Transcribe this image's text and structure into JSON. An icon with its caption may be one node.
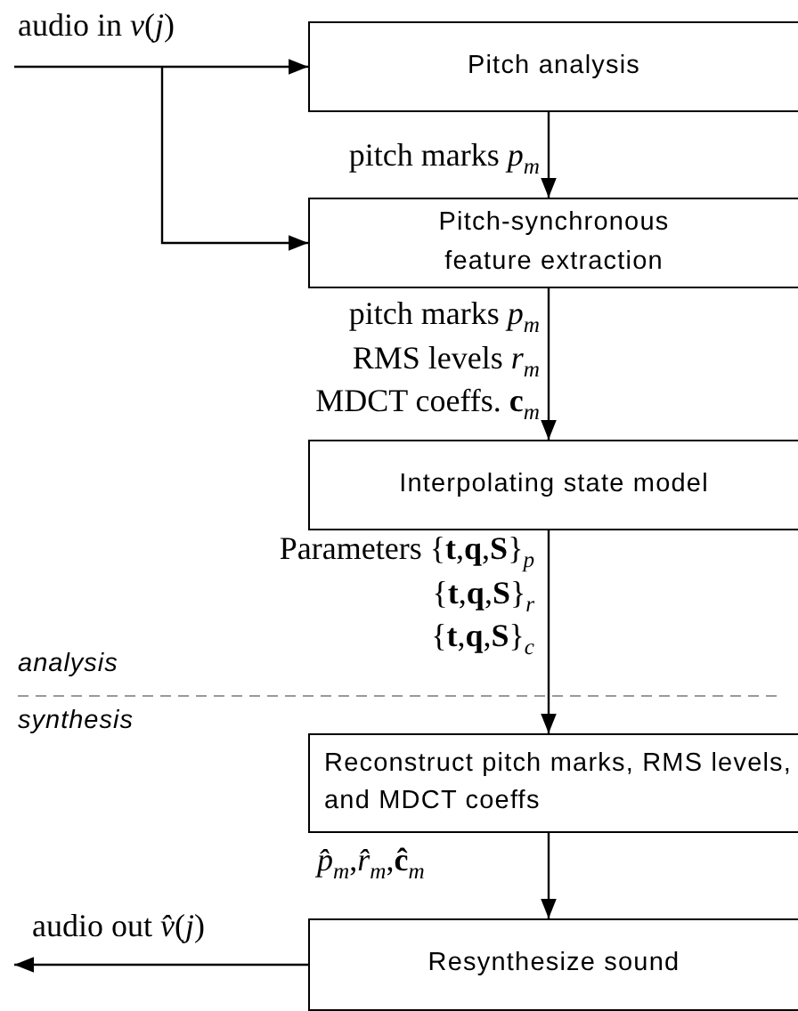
{
  "diagram": {
    "nodes": [
      {
        "text": [
          "Pitch analysis"
        ]
      },
      {
        "text": [
          "Pitch-synchronous feature extraction"
        ]
      },
      {
        "text": [
          "Interpolating state model"
        ]
      },
      {
        "text": [
          "Reconstruct pitch marks, RMS levels, and MDCT coeffs"
        ]
      },
      {
        "text": [
          "Resynthesize sound"
        ]
      }
    ],
    "edges": [
      {
        "from": null,
        "to": 0,
        "arrow": "to",
        "label": "audio in *v*(*j*)"
      },
      {
        "from": null,
        "to": 1,
        "arrow": "to"
      },
      {
        "from": 0,
        "to": 1,
        "arrow": "to",
        "label": "pitch marks *p*$_{m}$"
      },
      {
        "from": 1,
        "to": 2,
        "arrow": "to",
        "label": "pitch marks *p*$_{m}$ RMS levels *r*$_{m}$ MDCT coeffs. **c**$_{m}$"
      },
      {
        "from": 2,
        "to": 3,
        "arrow": "to",
        "label": "Parameters {**t**,**q**,**S**}$_{p}$ {**t**,**q**,**S**}$_{r}$ {**t**,**q**,**S**}$_{c}$"
      },
      {
        "from": 3,
        "to": 4,
        "arrow": "to",
        "label": "*p̂*$_{m}$,*r̂*$_{m}$,**ĉ**$_{m}$"
      },
      {
        "from": 4,
        "to": null,
        "arrow": "to",
        "label": "audio out *v̂*(*j*)"
      }
    ],
    "labels": [
      "analysis",
      "synthesis"
    ]
  }
}
